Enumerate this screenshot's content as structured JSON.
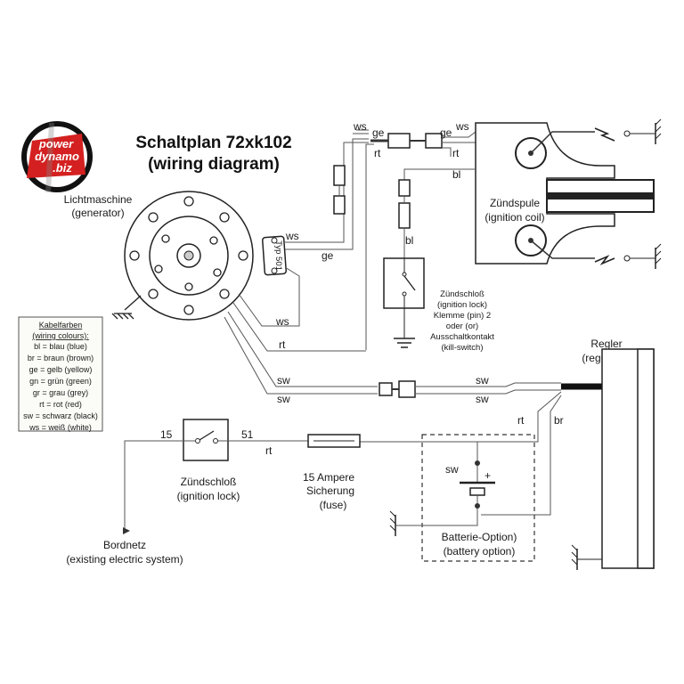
{
  "title": {
    "line1": "Schaltplan 72xk102",
    "line2": "(wiring diagram)"
  },
  "logo": {
    "line1": "power",
    "line2": "dynamo",
    "line3": ".biz",
    "color": "#d42020"
  },
  "generator": {
    "label1": "Lichtmaschine",
    "label2": "(generator)"
  },
  "pickup": {
    "label": "Typ 501"
  },
  "ignition_coil": {
    "label1": "Zündspule",
    "label2": "(ignition coil)"
  },
  "kill_switch": {
    "lines": [
      "Zündschloß",
      "(ignition lock)",
      "Klemme (pin) 2",
      "oder (or)",
      "Ausschaltkontakt",
      "(kill-switch)"
    ]
  },
  "regulator": {
    "label1": "Regler",
    "label2": "(regulator)"
  },
  "ignition_lock": {
    "label1": "Zündschloß",
    "label2": "(ignition lock)",
    "pin_in": "15",
    "pin_out": "51"
  },
  "fuse": {
    "label1": "15 Ampere",
    "label2": "Sicherung",
    "label3": "(fuse)"
  },
  "battery": {
    "label1": "Batterie-Option)",
    "label2": "(battery option)",
    "wire": "sw",
    "plus": "+"
  },
  "onboard": {
    "label1": "Bordnetz",
    "label2": "(existing electric system)"
  },
  "wires": {
    "ws": "ws",
    "ge": "ge",
    "rt": "rt",
    "bl": "bl",
    "sw": "sw",
    "br": "br"
  },
  "legend": {
    "title": "Kabelfarben",
    "subtitle": "(wiring colours):",
    "entries": [
      "bl = blau (blue)",
      "br = braun (brown)",
      "ge = gelb (yellow)",
      "gn = grün (green)",
      "gr = grau (grey)",
      "rt = rot (red)",
      "sw = schwarz (black)",
      "ws = weiß (white)"
    ]
  }
}
